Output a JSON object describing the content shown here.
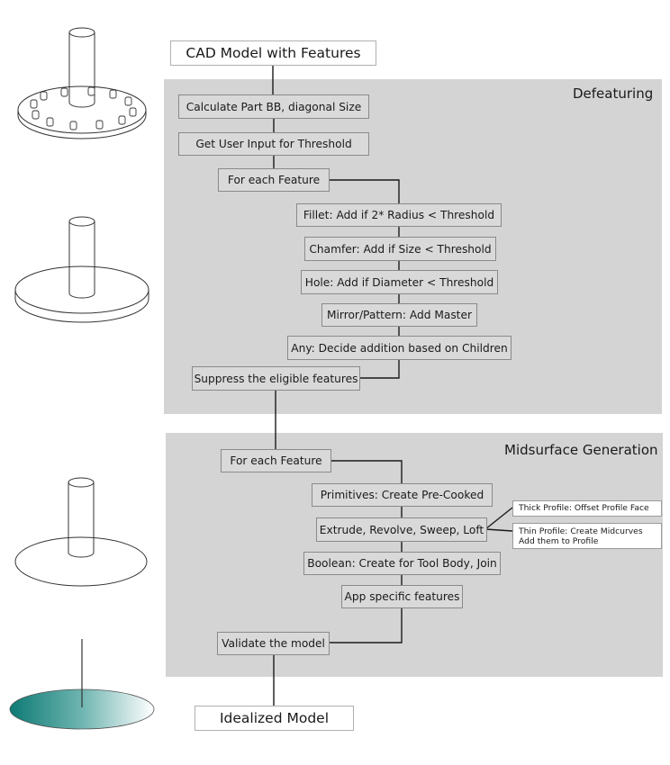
{
  "start_node": "CAD Model with Features",
  "end_node": "Idealized Model",
  "defeaturing": {
    "title": "Defeaturing",
    "steps": {
      "calc_bb": "Calculate Part BB, diagonal Size",
      "user_input": "Get User Input for Threshold",
      "for_each": "For each Feature",
      "fillet": "Fillet: Add if 2* Radius < Threshold",
      "chamfer": "Chamfer: Add if Size < Threshold",
      "hole": "Hole: Add if Diameter < Threshold",
      "mirror": "Mirror/Pattern: Add Master",
      "any": "Any: Decide addition based on Children",
      "suppress": "Suppress the eligible features"
    }
  },
  "midsurface": {
    "title": "Midsurface Generation",
    "steps": {
      "for_each": "For each Feature",
      "primitives": "Primitives: Create Pre-Cooked",
      "extrude": "Extrude, Revolve, Sweep, Loft",
      "boolean": "Boolean: Create for Tool Body, Join",
      "app_specific": "App specific features",
      "validate": "Validate the model"
    },
    "notes": {
      "thick": "Thick Profile: Offset Profile Face",
      "thin_line1": "Thin Profile: Create Midcurves",
      "thin_line2": "Add them to Profile"
    }
  },
  "colors": {
    "panel": "#d4d4d4",
    "box_fill": "#d9d9d9",
    "connector": "#1a1a1a",
    "gradient_start": "#0e7a74",
    "gradient_end": "#ffffff"
  }
}
